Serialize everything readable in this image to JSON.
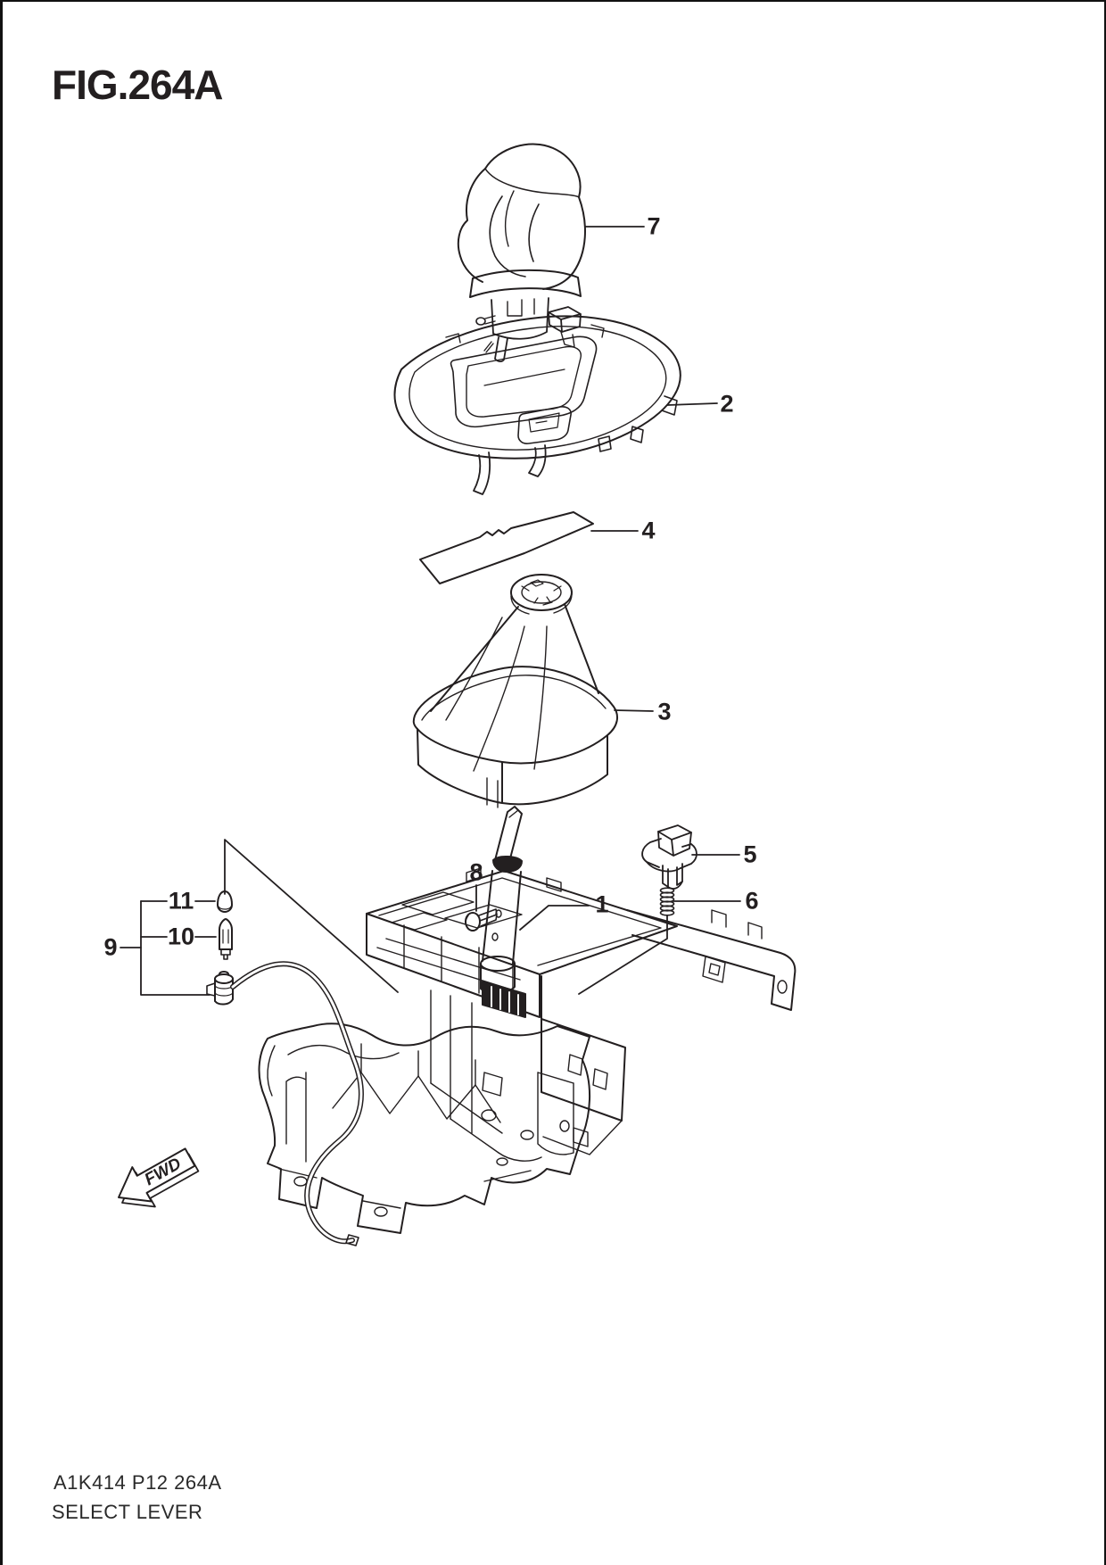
{
  "figure": {
    "title": "FIG.264A",
    "footer_code": "A1K414 P12 264A",
    "footer_name": "SELECT LEVER",
    "fwd_label": "FWD"
  },
  "style": {
    "line_color": "#231f20",
    "background_color": "#ffffff"
  },
  "callouts": {
    "c1": "1",
    "c2": "2",
    "c3": "3",
    "c4": "4",
    "c5": "5",
    "c6": "6",
    "c7": "7",
    "c8": "8",
    "c9": "9",
    "c10": "10",
    "c11": "11"
  }
}
